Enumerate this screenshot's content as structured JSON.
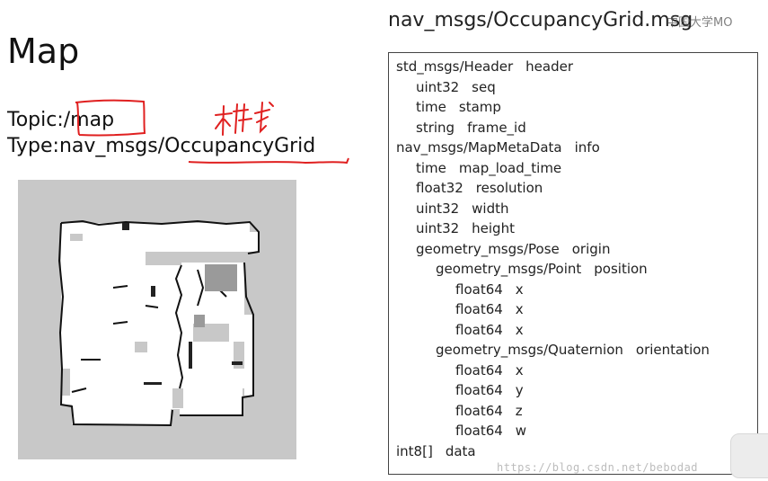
{
  "slide": {
    "title": "Map",
    "topic_label": "Topic: ",
    "topic_value": "/map",
    "type_label": "Type: ",
    "type_value": "nav_msgs/OccupancyGrid",
    "handwritten_note": "栅格"
  },
  "message": {
    "title": "nav_msgs/OccupancyGrid.msg",
    "watermark_logo": "中国大学MO",
    "lines": [
      {
        "type": "std_msgs/Header",
        "field": "header",
        "indent": 0
      },
      {
        "type": "uint32",
        "field": "seq",
        "indent": 1
      },
      {
        "type": "time",
        "field": "stamp",
        "indent": 1
      },
      {
        "type": "string",
        "field": "frame_id",
        "indent": 1
      },
      {
        "type": "nav_msgs/MapMetaData",
        "field": "info",
        "indent": 0
      },
      {
        "type": "time",
        "field": "map_load_time",
        "indent": 1
      },
      {
        "type": "float32",
        "field": "resolution",
        "indent": 1
      },
      {
        "type": "uint32",
        "field": "width",
        "indent": 1
      },
      {
        "type": "uint32",
        "field": "height",
        "indent": 1
      },
      {
        "type": "geometry_msgs/Pose",
        "field": "origin",
        "indent": 1
      },
      {
        "type": "geometry_msgs/Point",
        "field": "position",
        "indent": 2
      },
      {
        "type": "float64",
        "field": "x",
        "indent": 3
      },
      {
        "type": "float64",
        "field": "x",
        "indent": 3
      },
      {
        "type": "float64",
        "field": "x",
        "indent": 3
      },
      {
        "type": "geometry_msgs/Quaternion",
        "field": "orientation",
        "indent": 2
      },
      {
        "type": "float64",
        "field": "x",
        "indent": 3
      },
      {
        "type": "float64",
        "field": "y",
        "indent": 3
      },
      {
        "type": "float64",
        "field": "z",
        "indent": 3
      },
      {
        "type": "float64",
        "field": "w",
        "indent": 3
      },
      {
        "type": "int8[]",
        "field": "data",
        "indent": 0
      }
    ]
  },
  "watermark_url": "https://blog.csdn.net/bebodad"
}
